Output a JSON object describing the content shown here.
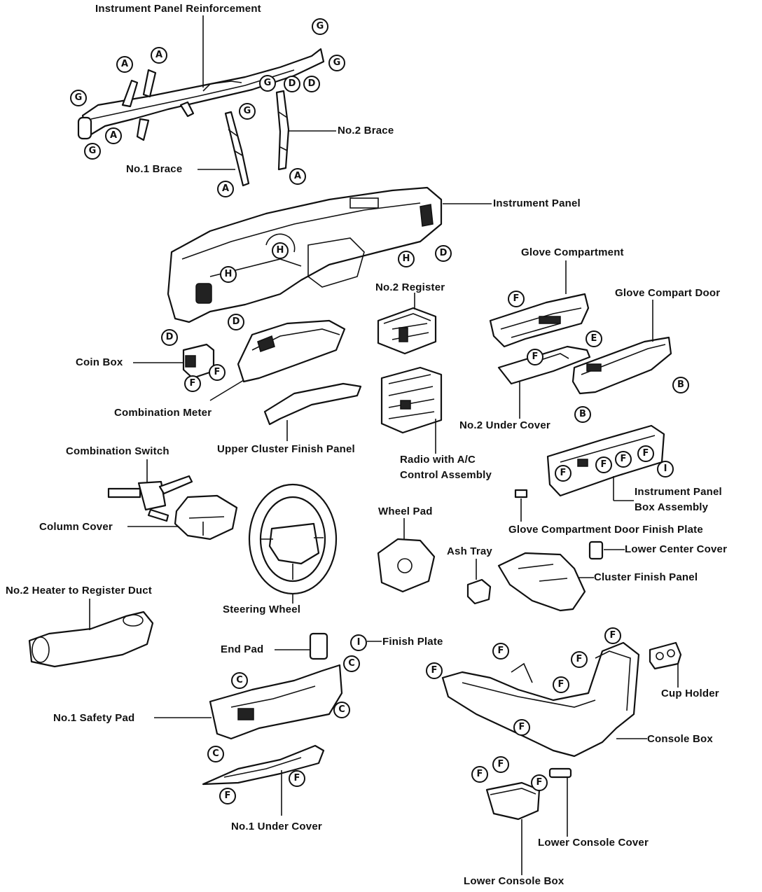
{
  "labels": {
    "ip_reinforcement": "Instrument Panel Reinforcement",
    "no2_brace": "No.2 Brace",
    "no1_brace": "No.1 Brace",
    "instrument_panel": "Instrument Panel",
    "glove_compartment": "Glove Compartment",
    "no2_register": "No.2 Register",
    "glove_compart_door": "Glove Compart Door",
    "coin_box": "Coin Box",
    "combination_meter": "Combination Meter",
    "upper_cluster_finish_panel": "Upper Cluster Finish Panel",
    "no2_under_cover": "No.2 Under Cover",
    "radio_line1": "Radio with A/C",
    "radio_line2": "Control Assembly",
    "combination_switch": "Combination Switch",
    "ip_box_line1": "Instrument Panel",
    "ip_box_line2": "Box Assembly",
    "column_cover": "Column Cover",
    "wheel_pad": "Wheel Pad",
    "glove_door_finish_plate": "Glove Compartment Door Finish Plate",
    "ash_tray": "Ash Tray",
    "lower_center_cover": "Lower Center Cover",
    "cluster_finish_panel": "Cluster Finish Panel",
    "heater_duct": "No.2 Heater to Register Duct",
    "steering_wheel": "Steering Wheel",
    "end_pad": "End Pad",
    "finish_plate": "Finish Plate",
    "cup_holder": "Cup Holder",
    "no1_safety_pad": "No.1 Safety Pad",
    "console_box": "Console Box",
    "lower_console_cover": "Lower Console Cover",
    "no1_under_cover": "No.1 Under Cover",
    "lower_console_box": "Lower Console Box"
  },
  "markers": {
    "a": "A",
    "b": "B",
    "c": "C",
    "d": "D",
    "e": "E",
    "f": "F",
    "g": "G",
    "h": "H",
    "i": "I"
  }
}
